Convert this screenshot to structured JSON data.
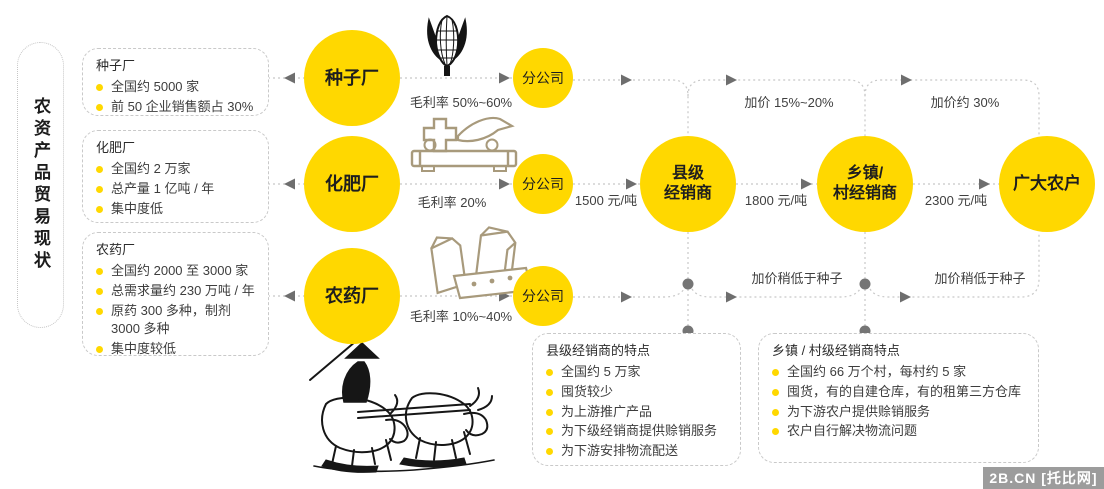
{
  "sidebar": {
    "title": "农资产品贸易现状"
  },
  "chain": {
    "branch_label": "分公司",
    "nodes": {
      "seed": "种子厂",
      "fertilizer": "化肥厂",
      "pesticide": "农药厂",
      "county": "县级\n经销商",
      "township": "乡镇/\n村经销商",
      "farmers": "广大农户"
    }
  },
  "factory_boxes": [
    {
      "title": "种子厂",
      "bullets": [
        "全国约 5000 家",
        "前 50 企业销售额占 30%"
      ]
    },
    {
      "title": "化肥厂",
      "bullets": [
        "全国约 2 万家",
        "总产量 1 亿吨 / 年",
        "集中度低"
      ]
    },
    {
      "title": "农药厂",
      "bullets": [
        "全国约 2000 至 3000 家",
        "总需求量约 230 万吨 / 年",
        "原药 300 多种，制剂 3000 多种",
        "集中度较低"
      ]
    }
  ],
  "flow_labels": {
    "margin_seed": "毛利率 50%~60%",
    "margin_fertilizer": "毛利率 20%",
    "margin_pesticide": "毛利率 10%~40%",
    "price_to_county": "1500 元/吨",
    "price_to_township": "1800 元/吨",
    "price_to_farmers": "2300 元/吨",
    "markup_township": "加价 15%~20%",
    "markup_farmers": "加价约 30%",
    "markup_pesticide_township": "加价稍低于种子",
    "markup_pesticide_farmers": "加价稍低于种子"
  },
  "note_boxes": [
    {
      "title": "县级经销商的特点",
      "bullets": [
        "全国约 5 万家",
        "囤货较少",
        "为上游推广产品",
        "为下级经销商提供赊销服务",
        "为下游安排物流配送"
      ]
    },
    {
      "title": "乡镇 / 村级经销商特点",
      "bullets": [
        "全国约 66 万个村，每村约 5 家",
        "囤货，有的自建仓库，有的租第三方仓库",
        "为下游农户提供赊销服务",
        "农户自行解决物流问题"
      ]
    }
  ],
  "watermark": {
    "text": "2B.CN  [托比网]"
  },
  "colors": {
    "accent_yellow": "#ffd800",
    "dashed_line_gray": "#c8c8c8",
    "arrow_gray": "#6e6e6e",
    "icon_tan": "#a89a7c",
    "watermark_bg": "#9c9c9c"
  }
}
